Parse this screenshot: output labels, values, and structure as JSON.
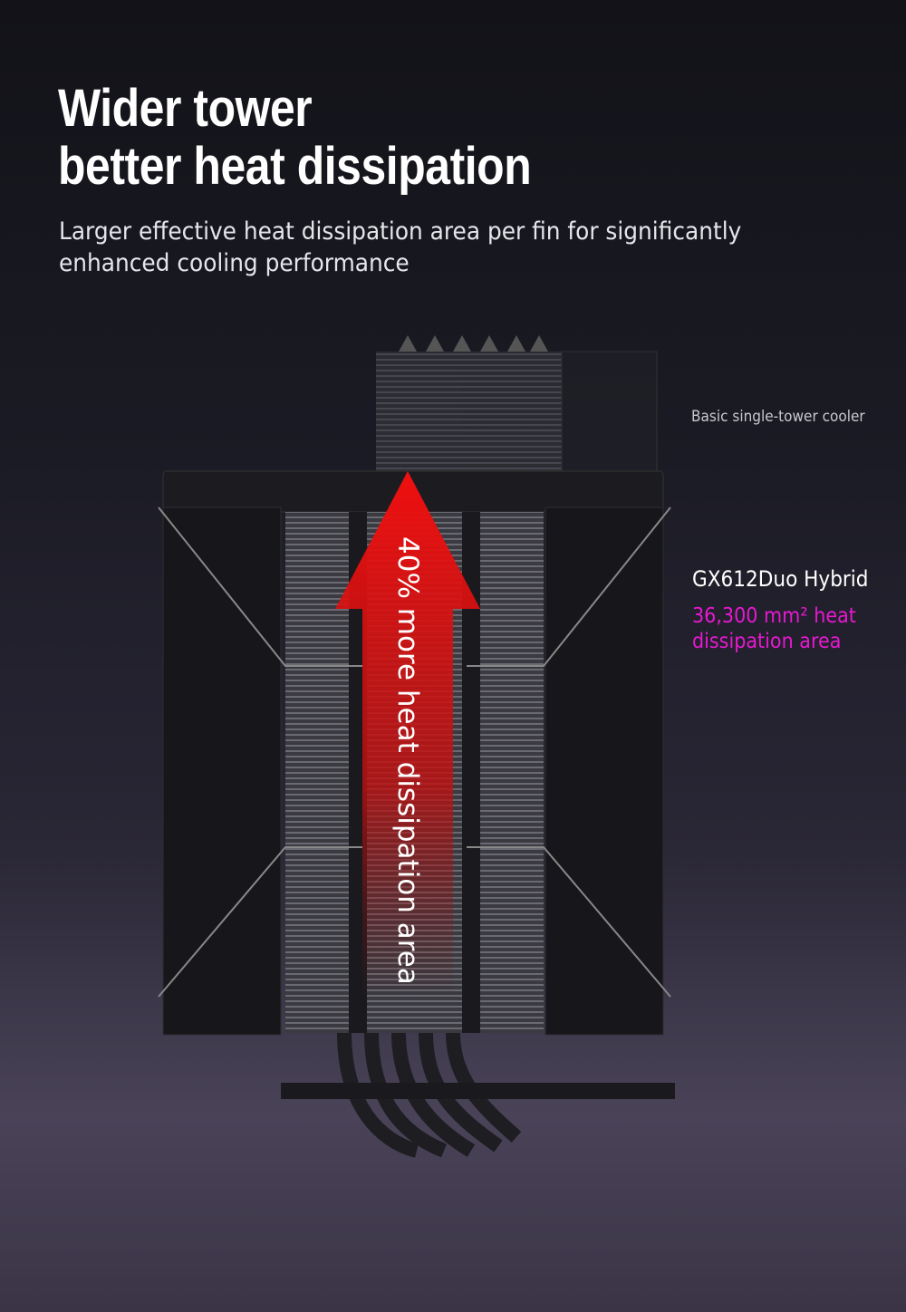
{
  "headline": {
    "line1": "Wider tower",
    "line2": "better heat dissipation"
  },
  "subtitle": {
    "line1": "Larger effective heat dissipation area per fin for significantly",
    "line2": "enhanced cooling performance"
  },
  "comparison": {
    "basic_label": "Basic single-tower cooler",
    "product_name": "GX612Duo Hybrid",
    "area_line1": "36,300 mm² heat",
    "area_line2": "dissipation area"
  },
  "arrow_text": "40% more heat dissipation area",
  "colors": {
    "accent": "#e619d0",
    "arrow": "#ee1111"
  }
}
